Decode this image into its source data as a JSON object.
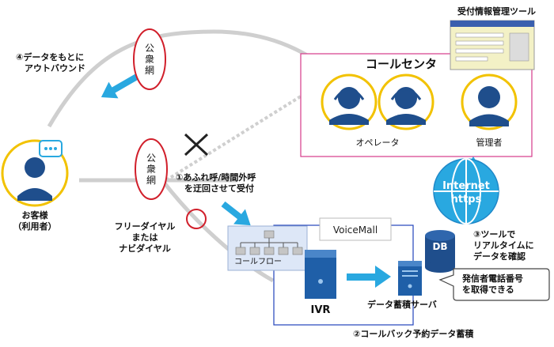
{
  "tool": {
    "title": "受付情報管理ツール"
  },
  "call_center": {
    "title": "コールセンタ",
    "operators_label": "オペレータ",
    "manager_label": "管理者"
  },
  "public_network": {
    "top": "公\n衆\n網",
    "bottom": "公\n衆\n網"
  },
  "customer": {
    "label": "お客様\n（利用者）"
  },
  "notes": {
    "outbound": "④データをもとに\n　アウトバウンド",
    "overflow": "①あふれ呼/時間外呼\n　を迂回させて受付",
    "freedial": "フリーダイヤル\nまたは\nナビダイヤル",
    "realtime": "③ツールで\nリアルタイムに\nデータを確認",
    "caller_id": "発信者電話番号\nを取得できる",
    "callback": "②コールバック予約データ蓄積"
  },
  "internet": {
    "line1": "Internet",
    "line2": "https"
  },
  "db_label": "DB",
  "voicemall": {
    "brand": "VoiceMall",
    "callflow": "コールフロー",
    "ivr": "IVR",
    "server": "データ蓄積サーバ"
  },
  "colors": {
    "accent_blue": "#29a8e0",
    "dark_blue": "#1f4e8c",
    "call_center_border": "#d63a8a",
    "network_red": "#d11f2b",
    "line_gray": "#cfcfcf"
  }
}
